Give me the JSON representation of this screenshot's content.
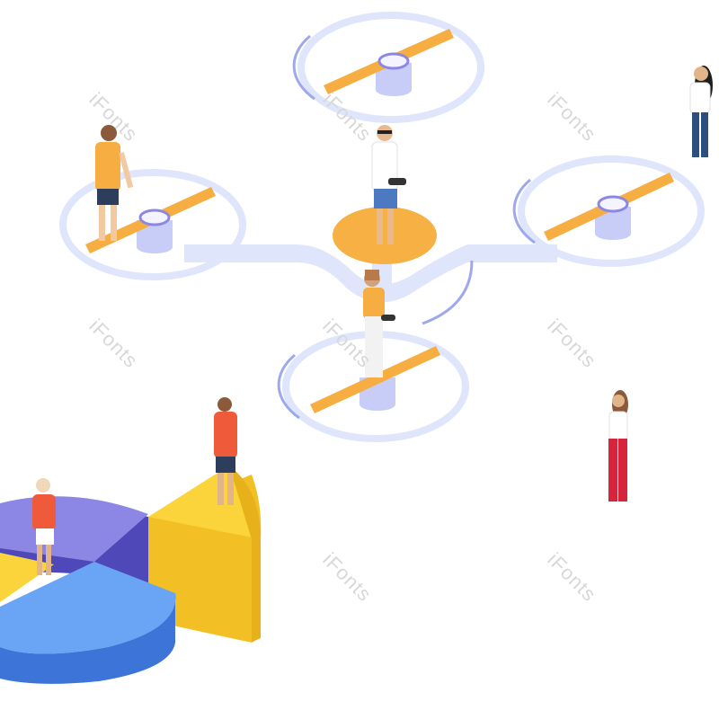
{
  "watermark": "iFonts",
  "colors": {
    "background": "#ffffff",
    "drone_frame": "#dfe5fb",
    "drone_line": "#9ea8ec",
    "rotor_hub": "#c7cdf7",
    "blade": "#f6ad41",
    "platform": "#f6b044",
    "pie_purple": "#8c86e4",
    "pie_purple_dark": "#4e48b8",
    "pie_blue": "#6aa5f5",
    "pie_blue_dark": "#3c74d8",
    "pie_yellow": "#fbd33a",
    "pie_yellow_dark": "#f2c024"
  },
  "people": [
    {
      "id": "man-orange-shirt-left-rotor"
    },
    {
      "id": "man-sunglasses-controller"
    },
    {
      "id": "woman-controller-bottom-rotor"
    },
    {
      "id": "woman-black-hair-top-right"
    },
    {
      "id": "woman-red-pants-right"
    },
    {
      "id": "man-red-shirt-yellow-slice"
    },
    {
      "id": "man-red-shirt-purple-slice"
    }
  ]
}
